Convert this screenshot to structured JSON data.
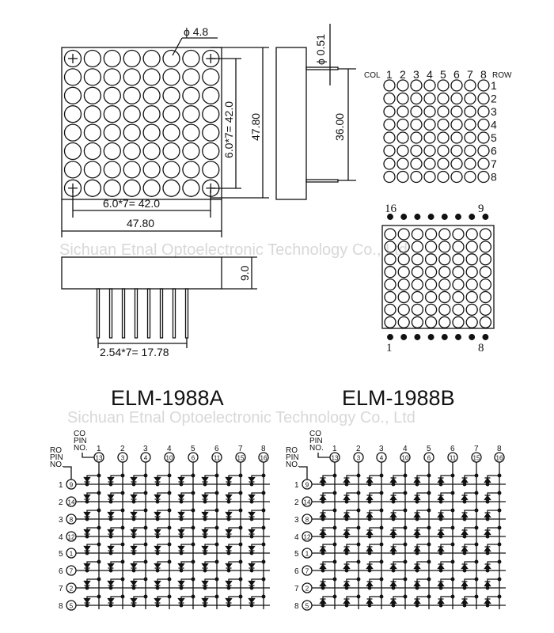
{
  "watermark": "Sichuan Etnal Optoelectronic Technology Co., Ltd",
  "front_view": {
    "diameter_label": "ϕ 4.8",
    "pitch_h_label": "6.0*7= 42.0",
    "pitch_v_label": "6.0*7= 42.0",
    "width_label": "47.80",
    "height_label": "47.80"
  },
  "side_view": {
    "pin_diameter_label": "ϕ 0.51",
    "pin_span_label": "36.00"
  },
  "bottom_view": {
    "thickness_label": "9.0",
    "pin_pitch_label": "2.54*7= 17.78"
  },
  "dot_map": {
    "col_label": "COL",
    "row_label": "ROW",
    "cols": [
      "1",
      "2",
      "3",
      "4",
      "5",
      "6",
      "7",
      "8"
    ],
    "rows": [
      "1",
      "2",
      "3",
      "4",
      "5",
      "6",
      "7",
      "8"
    ]
  },
  "pin_view": {
    "top_left": "16",
    "top_right": "9",
    "bottom_left": "1",
    "bottom_right": "8"
  },
  "schematics": [
    {
      "title": "ELM-1988A",
      "polarity": "down"
    },
    {
      "title": "ELM-1988B",
      "polarity": "up"
    }
  ],
  "schematic_labels": {
    "co_pin_no": [
      "CO",
      "PIN",
      "NO."
    ],
    "ro_pin_no": [
      "RO",
      "PIN",
      "NO."
    ],
    "col_numbers": [
      "1",
      "2",
      "3",
      "4",
      "5",
      "6",
      "7",
      "8"
    ],
    "col_pins": [
      "13",
      "3",
      "4",
      "10",
      "6",
      "11",
      "15",
      "16"
    ],
    "row_numbers": [
      "1",
      "2",
      "3",
      "4",
      "5",
      "6",
      "7",
      "8"
    ],
    "row_pins": [
      "9",
      "14",
      "8",
      "12",
      "1",
      "7",
      "2",
      "5"
    ]
  }
}
